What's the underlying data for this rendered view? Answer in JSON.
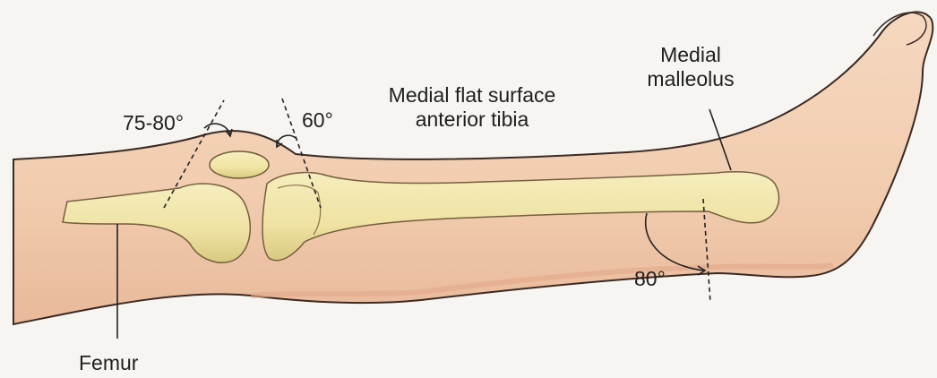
{
  "labels": {
    "angle_femur": "75-80°",
    "angle_tibia": "60°",
    "tibia_surface_line1": "Medial flat surface",
    "tibia_surface_line2": "anterior tibia",
    "malleolus_line1": "Medial",
    "malleolus_line2": "malleolus",
    "angle_ankle": "80°",
    "femur": "Femur"
  },
  "colors": {
    "background": "#f7f5f2",
    "skin": "#f2cdb0",
    "skin_shadow": "#e7b596",
    "bone": "#f0e7a8",
    "bone_shadow": "#d9cc7e",
    "outline": "#3a2a22",
    "text": "#1f1f1f"
  }
}
